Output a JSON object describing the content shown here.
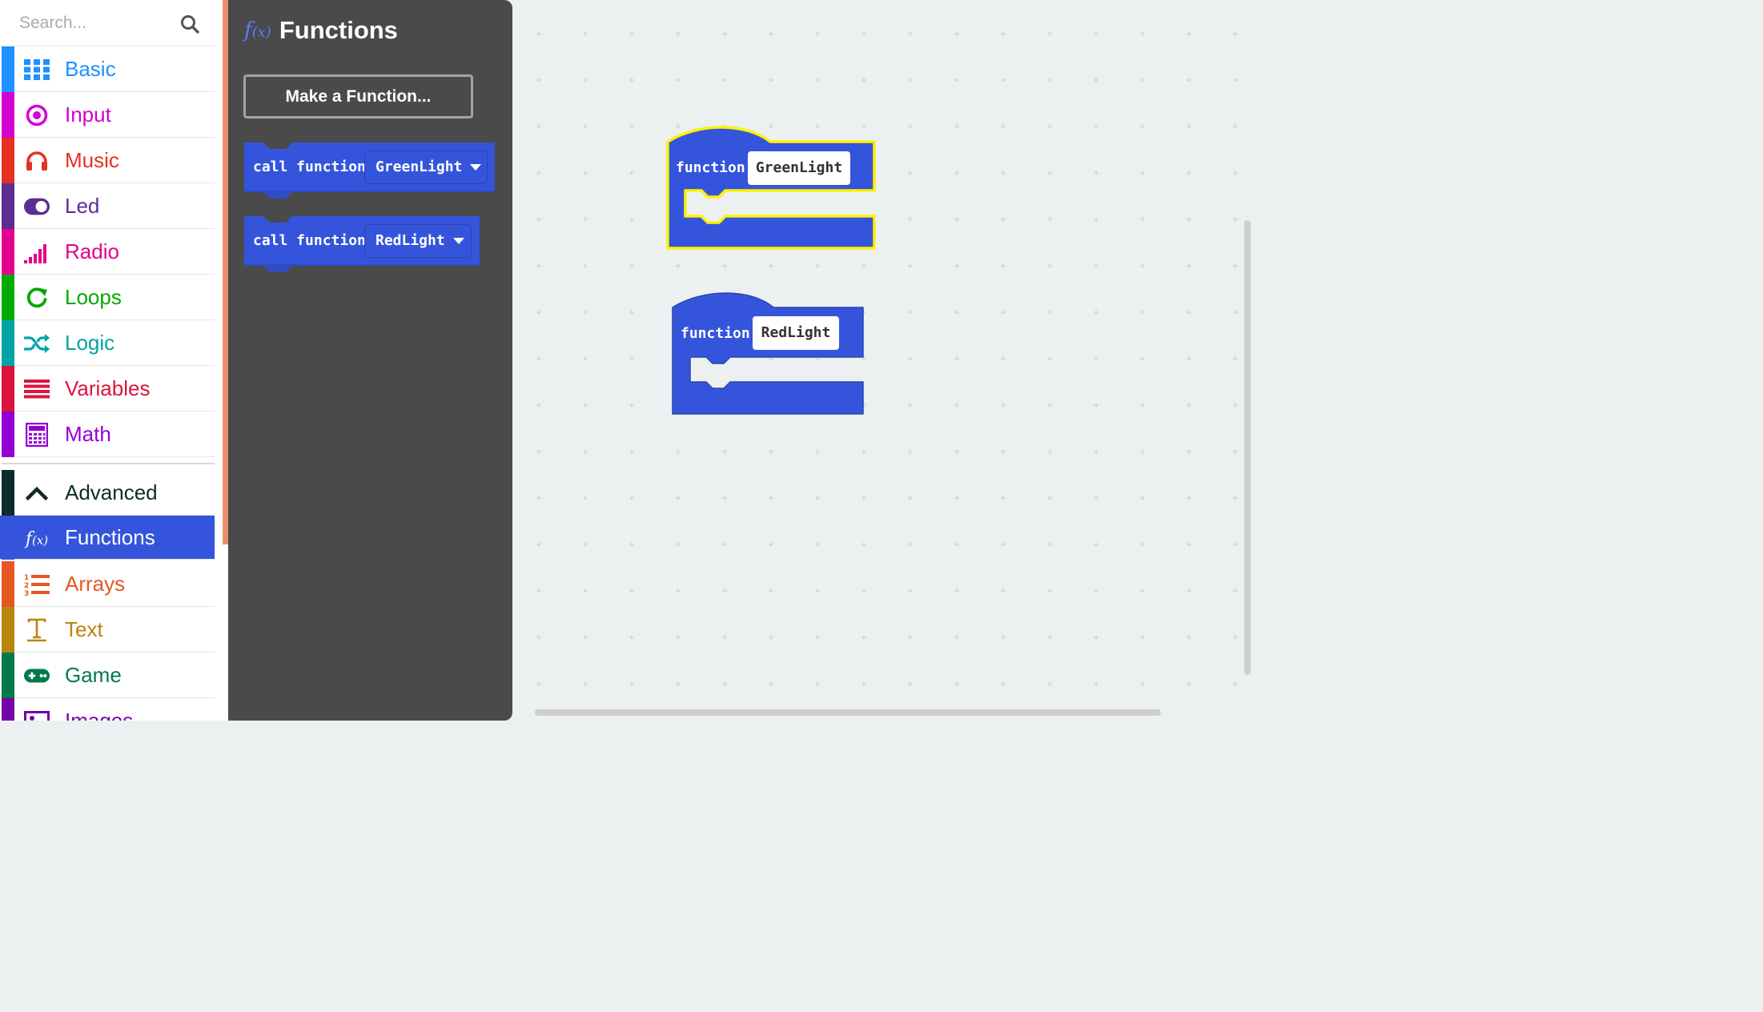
{
  "search": {
    "placeholder": "Search..."
  },
  "categories": [
    {
      "label": "Basic",
      "color": "#1e90ff",
      "icon": "grid-icon"
    },
    {
      "label": "Input",
      "color": "#d400d4",
      "icon": "target-icon"
    },
    {
      "label": "Music",
      "color": "#e63022",
      "icon": "headphones-icon"
    },
    {
      "label": "Led",
      "color": "#5c2d91",
      "icon": "toggle-icon"
    },
    {
      "label": "Radio",
      "color": "#e3008c",
      "icon": "signal-bars-icon"
    },
    {
      "label": "Loops",
      "color": "#00aa00",
      "icon": "refresh-icon"
    },
    {
      "label": "Logic",
      "color": "#00a4a6",
      "icon": "shuffle-icon"
    },
    {
      "label": "Variables",
      "color": "#dc143c",
      "icon": "lines-icon"
    },
    {
      "label": "Math",
      "color": "#9400d3",
      "icon": "calculator-icon"
    }
  ],
  "advanced": {
    "label": "Advanced",
    "color": "#0d2b2b",
    "icon": "chevron-up-icon"
  },
  "advanced_categories": [
    {
      "label": "Functions",
      "color": "#3455db",
      "icon": "function-icon",
      "selected": true
    },
    {
      "label": "Arrays",
      "color": "#e65722",
      "icon": "numbered-list-icon"
    },
    {
      "label": "Text",
      "color": "#b8860b",
      "icon": "text-icon"
    },
    {
      "label": "Game",
      "color": "#007a4b",
      "icon": "gamepad-icon"
    },
    {
      "label": "Images",
      "color": "#7600a8",
      "icon": "image-icon"
    }
  ],
  "flyout": {
    "fx_glyph": "f(x)",
    "title": "Functions",
    "make_button": "Make a Function...",
    "call_keyword": "call function",
    "calls": [
      {
        "name": "GreenLight"
      },
      {
        "name": "RedLight"
      }
    ]
  },
  "workspace": {
    "def_keyword": "function",
    "functions": [
      {
        "name": "GreenLight",
        "highlighted": true
      },
      {
        "name": "RedLight",
        "highlighted": false
      }
    ]
  },
  "colors": {
    "block": "#3455db",
    "highlight": "#fff200",
    "flyout_bg": "#4a4a4a",
    "workspace_bg": "#ecf0f1"
  }
}
